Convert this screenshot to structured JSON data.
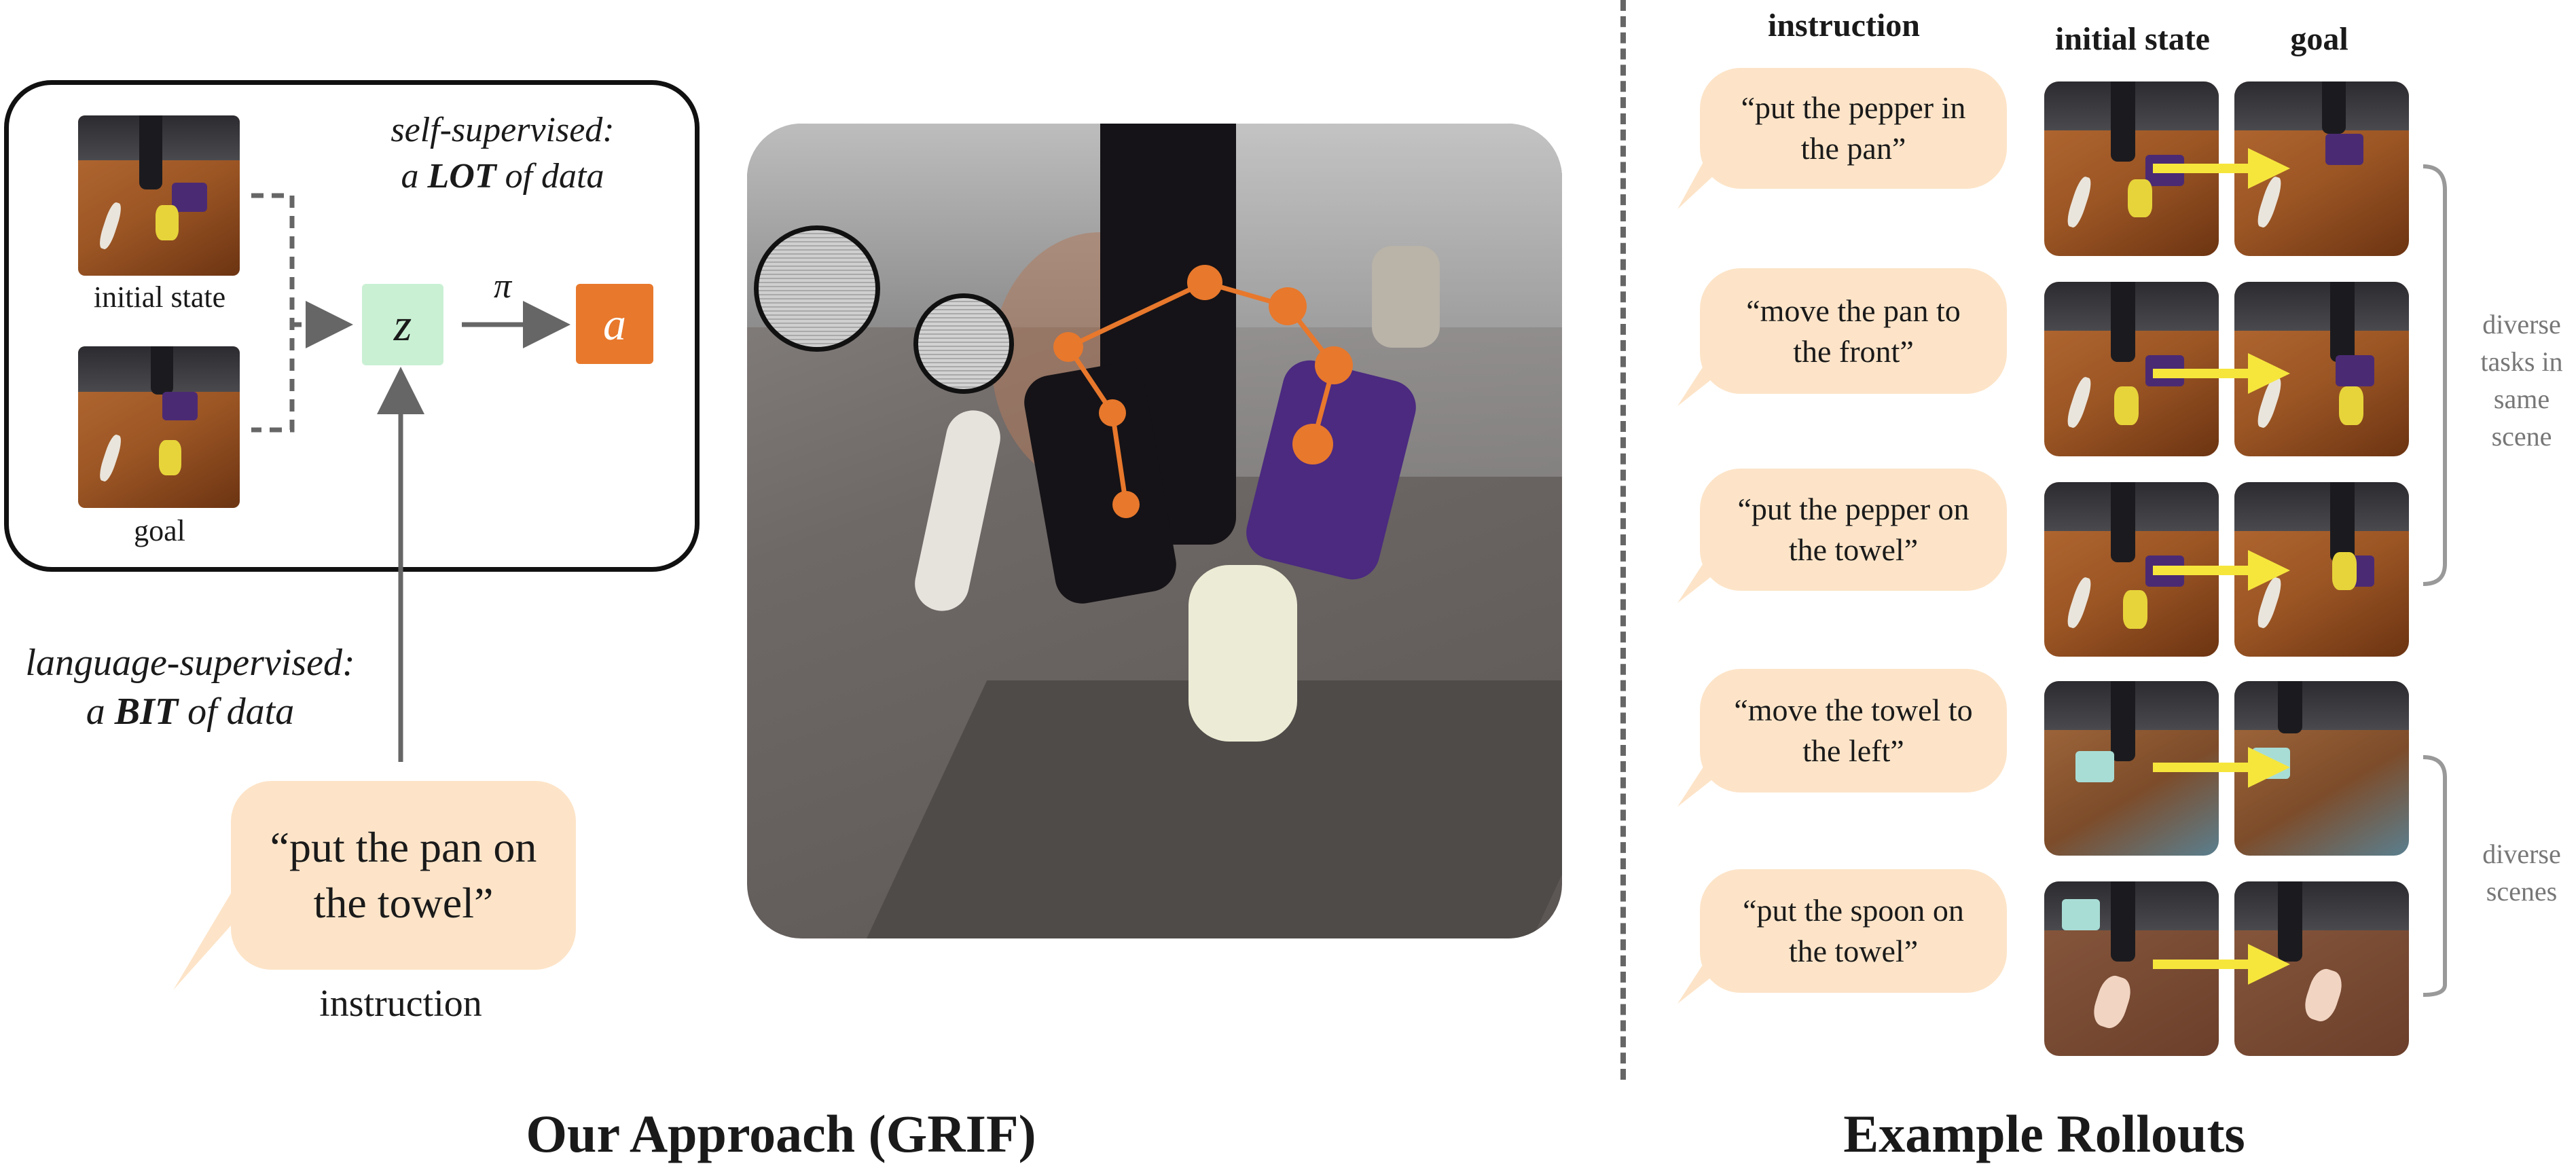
{
  "approach": {
    "box": {
      "title_line1": "self-supervised:",
      "title_line2_pre": "a ",
      "title_line2_bold": "LOT",
      "title_line2_post": " of data",
      "initial_state_label": "initial state",
      "goal_label": "goal",
      "z_label": "z",
      "pi_label": "π",
      "a_label": "a"
    },
    "language": {
      "line1": "language-supervised:",
      "line2_pre": "a ",
      "line2_bold": "BIT",
      "line2_post": " of data"
    },
    "bubble": {
      "text": "“put the pan on\nthe towel”",
      "label": "instruction"
    },
    "caption": "Our Approach (GRIF)"
  },
  "rollouts": {
    "headers": {
      "instruction": "instruction",
      "initial_state": "initial state",
      "goal": "goal"
    },
    "rows": [
      {
        "instruction": "“put the pepper  in\nthe pan”"
      },
      {
        "instruction": "“move the pan to\nthe front”"
      },
      {
        "instruction": "“put the pepper on\nthe towel”"
      },
      {
        "instruction": "“move the towel to\nthe left”"
      },
      {
        "instruction": "“put the spoon on\nthe towel”"
      }
    ],
    "brackets": {
      "tasks": "diverse\ntasks in\nsame\nscene",
      "scenes": "diverse\nscenes"
    },
    "caption": "Example Rollouts"
  },
  "colors": {
    "z_node": "#c9f0d3",
    "a_node": "#e8782c",
    "bubble": "#fde4c8",
    "keypoint": "#e8782c",
    "arrow_yellow": "#f6e63c"
  }
}
